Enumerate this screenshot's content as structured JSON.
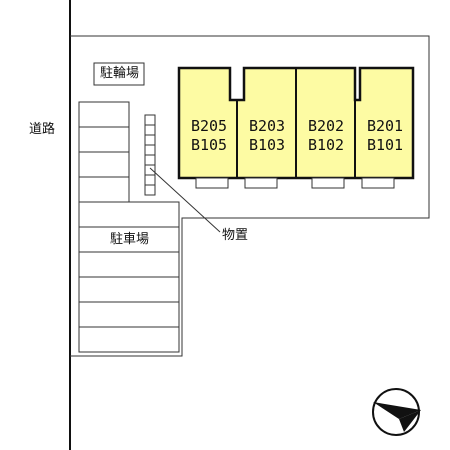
{
  "labels": {
    "road": "道路",
    "bicycle_parking": "駐輪場",
    "parking": "駐車場",
    "storage": "物置"
  },
  "units": [
    {
      "upper": "B205",
      "lower": "B105"
    },
    {
      "upper": "B203",
      "lower": "B103"
    },
    {
      "upper": "B202",
      "lower": "B102"
    },
    {
      "upper": "B201",
      "lower": "B101"
    }
  ],
  "colors": {
    "building_fill": "#fdfba3",
    "line": "#111111",
    "background": "#ffffff"
  },
  "icons": {
    "north_arrow": "compass-north-arrow-icon"
  }
}
